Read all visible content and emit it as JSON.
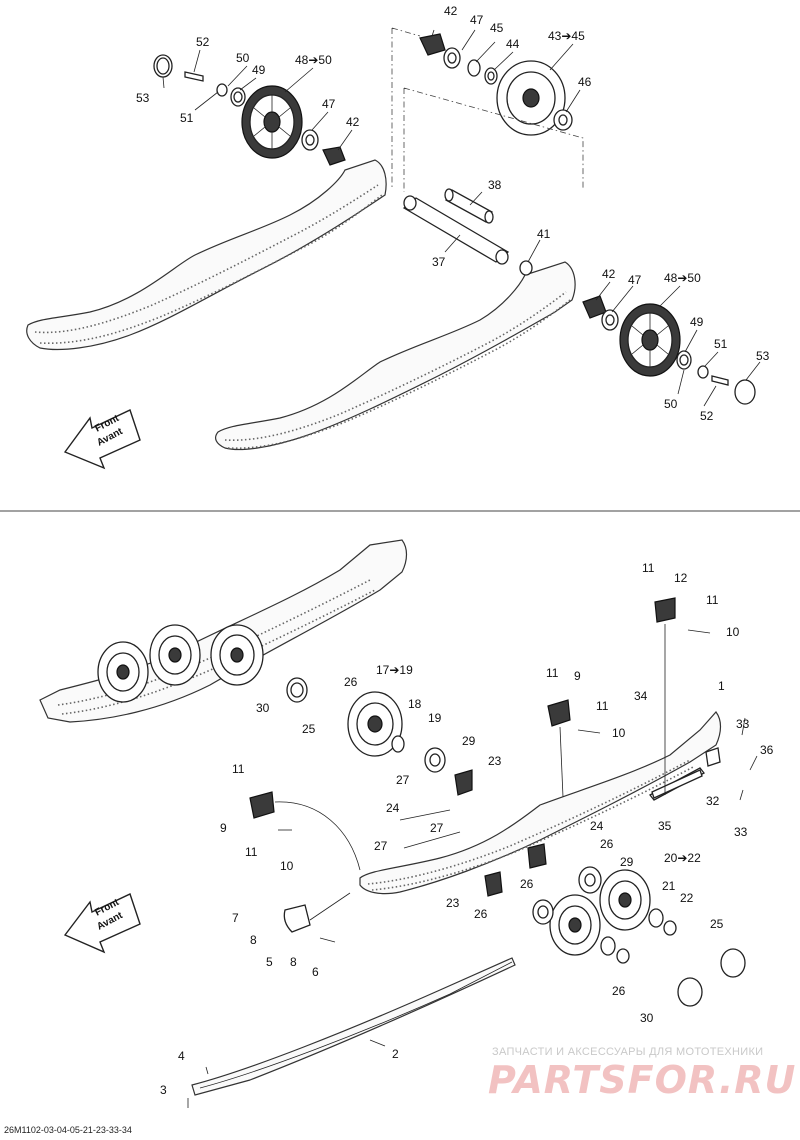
{
  "figure_code": "26M1102-03-04-05-21-23-33-34",
  "front_label": {
    "line1": "Front",
    "line2": "Avant"
  },
  "watermark": {
    "tagline": "ЗАПЧАСТИ И АКСЕССУАРЫ ДЛЯ МОТОТЕХНИКИ",
    "logo": "PARTSFOR.RU"
  },
  "top_view": {
    "callouts": [
      "42",
      "47",
      "45",
      "44",
      "43➔45",
      "46",
      "52",
      "53",
      "50",
      "49",
      "48➔50",
      "51",
      "47",
      "42",
      "38",
      "37",
      "41",
      "42",
      "47",
      "48➔50",
      "49",
      "51",
      "53",
      "50",
      "52"
    ]
  },
  "bottom_view": {
    "callouts": [
      "11",
      "12",
      "11",
      "10",
      "1",
      "34",
      "33",
      "36",
      "32",
      "33",
      "35",
      "11",
      "9",
      "11",
      "10",
      "26",
      "17➔19",
      "30",
      "25",
      "18",
      "19",
      "29",
      "23",
      "27",
      "11",
      "9",
      "11",
      "10",
      "24",
      "27",
      "24",
      "26",
      "27",
      "29",
      "20➔22",
      "26",
      "23",
      "26",
      "21",
      "22",
      "25",
      "7",
      "8",
      "5",
      "8",
      "6",
      "26",
      "30",
      "4",
      "2",
      "3"
    ]
  }
}
